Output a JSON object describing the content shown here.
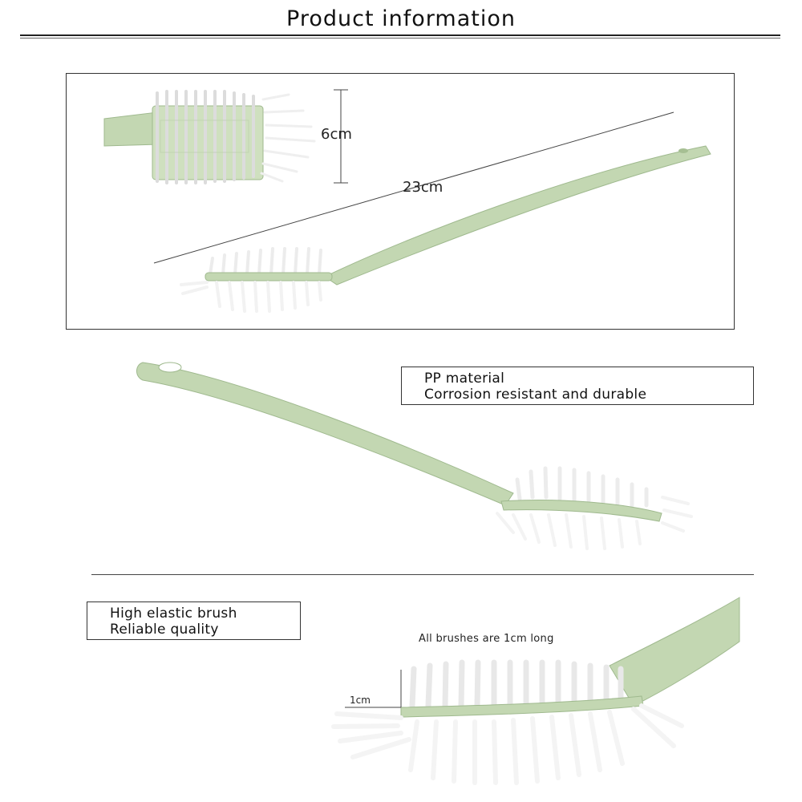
{
  "header": {
    "title": "Product information"
  },
  "dimensions": {
    "width_label": "6cm",
    "length_label": "23cm",
    "bristle_label": "1cm"
  },
  "feature_boxes": [
    {
      "lines": [
        "PP material",
        "Corrosion resistant and durable"
      ]
    },
    {
      "lines": [
        "High elastic brush",
        "Reliable quality"
      ]
    }
  ],
  "bristle_note": "All brushes are 1cm long",
  "colors": {
    "handle": "#c3d7b2",
    "handle_edge": "#9fb98e",
    "bristle": "#f4f4f2",
    "frame": "#333333"
  }
}
